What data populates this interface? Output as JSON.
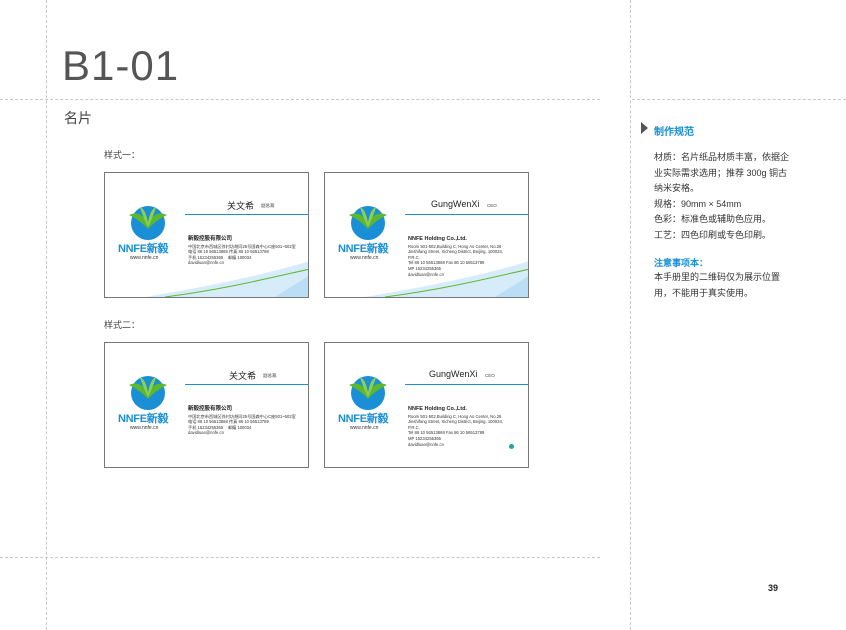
{
  "page": {
    "code": "B1-01",
    "section": "名片",
    "page_number": "39"
  },
  "styles": [
    {
      "label": "样式一："
    },
    {
      "label": "样式二："
    }
  ],
  "card_cn": {
    "brand": "NNFE新毅",
    "website": "www.nnfe.cn",
    "name": "关文希",
    "title": "副总裁",
    "company": "新毅控股有限公司",
    "address": "中国北京市西城区徐村坊胡同25号国森中心C座501~502室",
    "phone": "电话 86 10 56513868 传真 86 10 56513789",
    "mobile": "手机 15234255365",
    "postcode": "邮编 100034",
    "email": "davidluan@nnfe.cn"
  },
  "card_en": {
    "brand": "NNFE新毅",
    "website": "www.nnfe.cn",
    "name": "GungWenXi",
    "title": "CEO",
    "company": "NNFE Holding Co.,Ltd.",
    "address1": "Room 501-502,Building C,  Hong Ao Center, No.26",
    "address2": "Jinshifang Street, Xicheng District, Beijing, 100034,",
    "address3": "P.R.C.",
    "phone": "Tel 86 10 56513868  Fax 86 10 56513789",
    "mobile": "MP 15234255365",
    "email": "davidluan@nnfe.cn"
  },
  "sidebar": {
    "heading": "制作规范",
    "spec_lines": [
      "材质：名片纸品材质丰富，依据企业实际需求选用；推荐 300g 铜古纳米安格。",
      "规格：90mm × 54mm",
      "色彩：标准色或辅助色应用。",
      "工艺：四色印刷或专色印刷。"
    ],
    "note_heading": "注意事项本：",
    "note_text": "本手册里的二维码仅为展示位置用，不能用于真实使用。"
  },
  "colors": {
    "brand_blue": "#1a8fd6",
    "leaf_green": "#5cb82e",
    "guide": "#c8c8c8"
  }
}
